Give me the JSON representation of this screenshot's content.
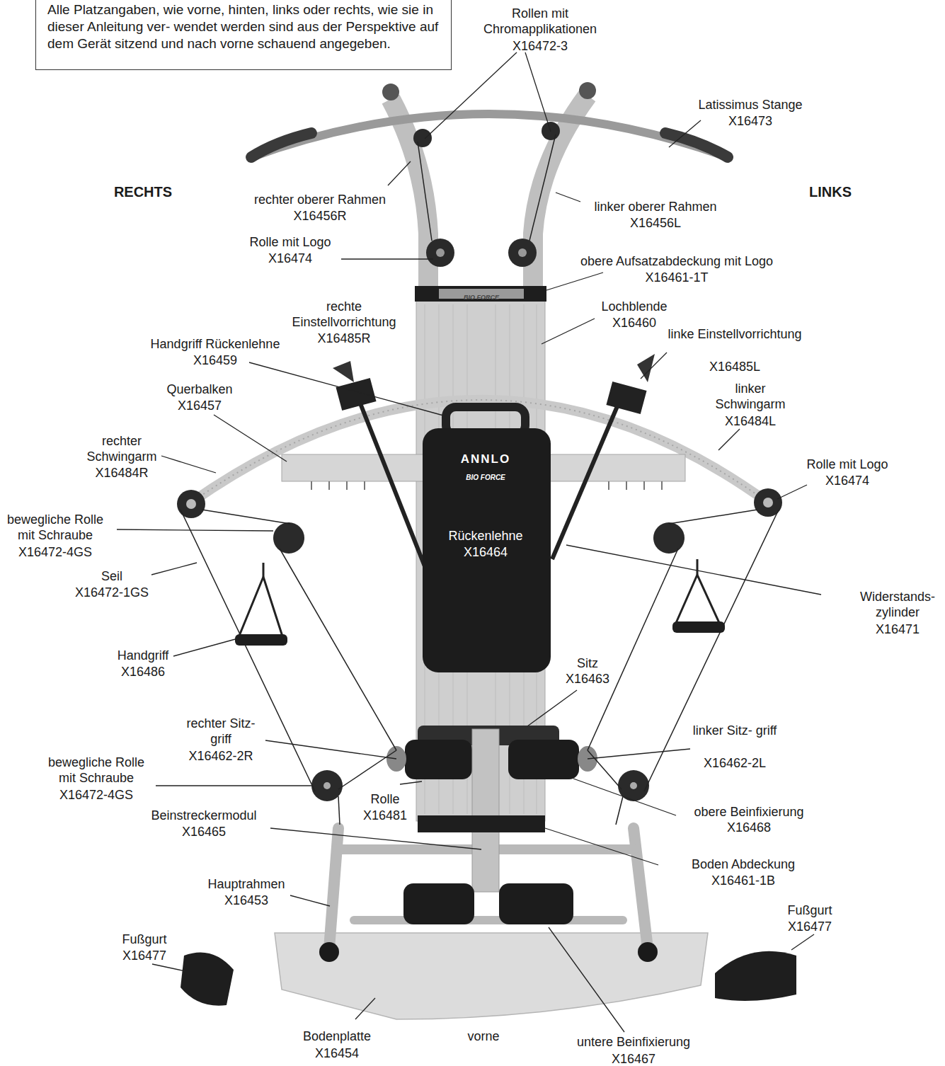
{
  "diagram": {
    "nodes": [
      {
        "text": [
          "Alle Platzangaben, wie vorne, hinten, links oder rechts, wie sie in dieser Anleitung ver- wendet werden sind aus der Perspektive auf dem Gerät sitzend und nach vorne schauend angegeben."
        ]
      }
    ],
    "labels": [
      "Rollen mit Chromapplikationen",
      "X16472-3",
      "Latissimus Stange",
      "X16473",
      "RECHTS",
      "LINKS",
      "rechter oberer Rahmen",
      "X16456R",
      "linker oberer Rahmen",
      "X16456L",
      "Rolle mit Logo",
      "X16474",
      "obere Aufsatzabdeckung mit Logo",
      "X16461-1T",
      "rechte Einstellvorrichtung",
      "X16485R",
      "Lochblende",
      "X16460",
      "Handgriff Rückenlehne",
      "X16459",
      "linke Einstellvorrichtung",
      "X16485L",
      "Querbalken",
      "X16457",
      "linker Schwingarm",
      "X16484L",
      "rechter Schwingarm",
      "X16484R",
      "Rolle mit Logo",
      "X16474",
      "bewegliche Rolle mit Schraube",
      "X16472-4GS",
      "Seil",
      "X16472-1GS",
      "Rückenlehne",
      "X16464",
      "Widerstands- zylinder",
      "X16471",
      "Handgriff",
      "X16486",
      "Sitz",
      "X16463",
      "rechter Sitz- griff",
      "X16462-2R",
      "linker Sitz- griff",
      "X16462-2L",
      "bewegliche Rolle mit Schraube",
      "X16472-4GS",
      "Rolle",
      "X16481",
      "obere Beinfixierung",
      "X16468",
      "Beinstreckermodul",
      "X16465",
      "Boden Abdeckung",
      "X16461-1B",
      "Hauptrahmen",
      "X16453",
      "Fußgurt",
      "X16477",
      "Fußgurt",
      "X16477",
      "Bodenplatte",
      "X16454",
      "vorne",
      "untere Beinfixierung",
      "X16467",
      "ANNLO",
      "BIO FORCE",
      "BIO FORCE"
    ]
  }
}
